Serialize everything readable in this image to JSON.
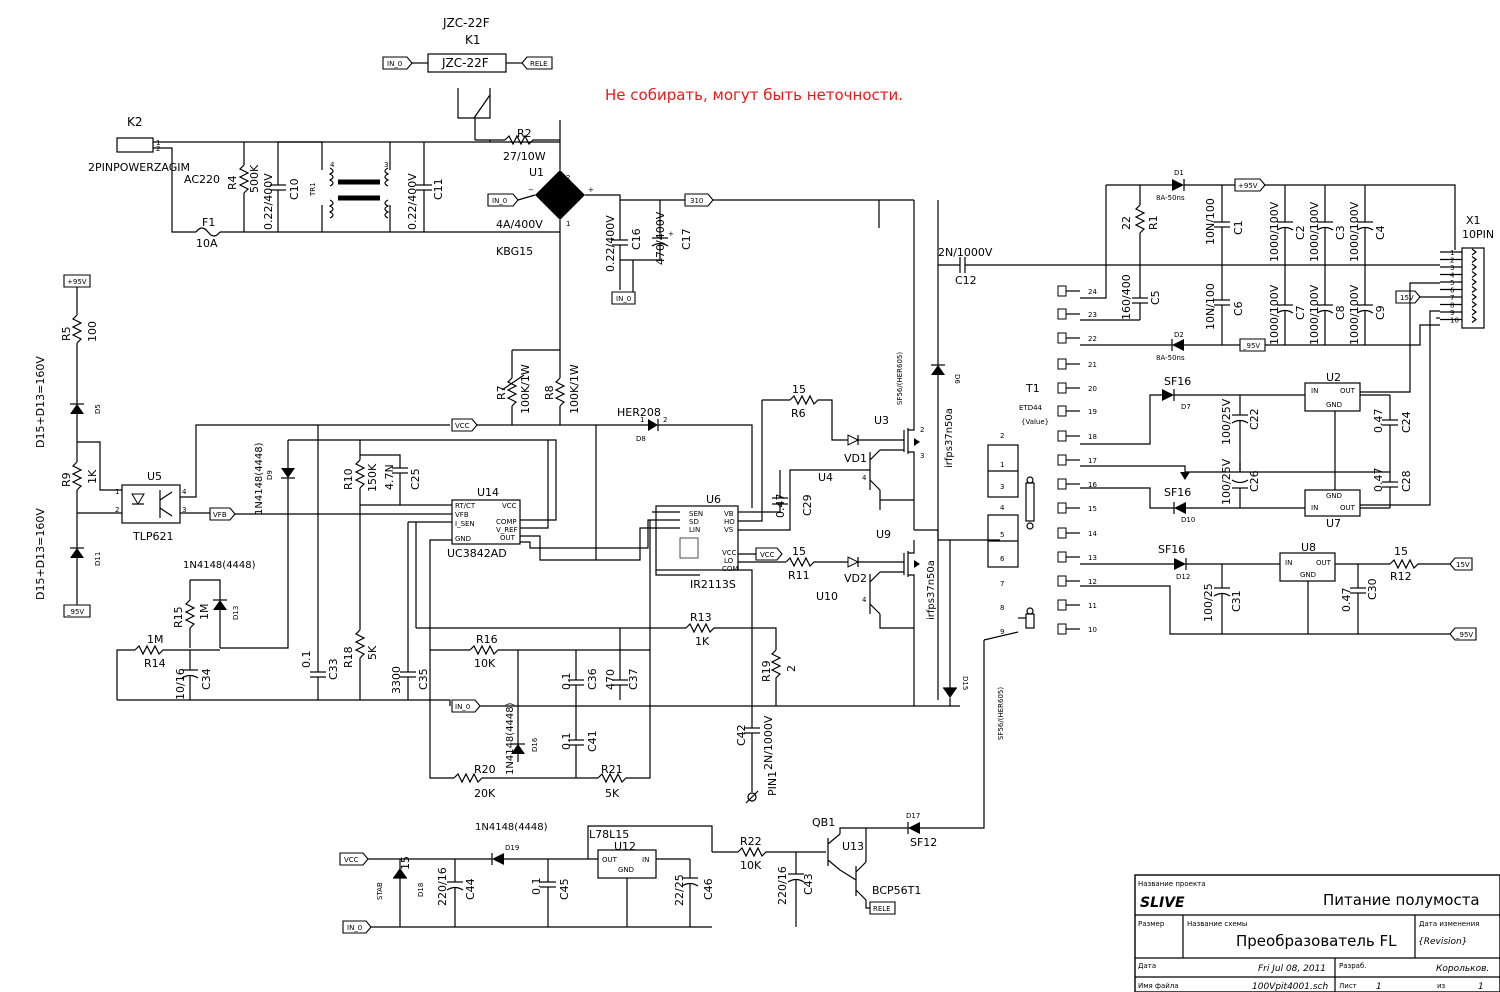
{
  "note": "Не собирать, могут быть неточности.",
  "relay": {
    "type_top": "JZC-22F",
    "ref": "K1",
    "box": "JZC-22F"
  },
  "ports": {
    "in0": "IN_0",
    "rele": "RELE",
    "v310": "310",
    "p95v": "+95V",
    "m95v": "_95V",
    "p15v": "15V",
    "vcc": "VCC",
    "vfb": "VFB"
  },
  "input": {
    "k2": "K2",
    "k2_part": "2PINPOWERZAGIM",
    "ac": "AC220",
    "r4": "R4",
    "r4v": "500K",
    "c10v": "0.22/400V",
    "c10": "C10",
    "tr1": "TR1",
    "f1": "F1",
    "f1v": "10A",
    "c11v": "0.22/400V",
    "c11": "C11",
    "r2": "R2",
    "r2v": "27/10W",
    "u1": "U1",
    "u1v": "4A/400V",
    "u1p": "KBG15",
    "c16v": "0.22/400V",
    "c16": "C16",
    "c17v": "470/400V",
    "c17": "C17",
    "c12v": "2N/1000V",
    "c12": "C12"
  },
  "left": {
    "r5": "R5",
    "r5v": "100",
    "d5": "D5",
    "d5note": "D15+D13=160V",
    "r9": "R9",
    "r9v": "1K",
    "d11": "D11",
    "d11note": "D15+D13=160V",
    "u5": "U5",
    "u5p": "TLP621",
    "d9": "D9",
    "d9p": "1N4148(4448)",
    "d13p": "1N4148(4448)",
    "r15": "R15",
    "r15v": "1M",
    "d13": "D13",
    "r14": "R14",
    "r14v": "1M",
    "c34v": "10/16",
    "c34": "C34",
    "c33v": "0.1",
    "c33": "C33",
    "r18": "R18",
    "r18v": "5K",
    "r10": "R10",
    "r10v": "150K",
    "c25v": "4.7N",
    "c25": "C25",
    "c35v": "3300",
    "c35": "C35"
  },
  "ctrl": {
    "u14": "U14",
    "u14p": "UC3842AD",
    "u14pins": [
      "RT/CT",
      "VFB",
      "I_SEN",
      "GND",
      "VCC",
      "COMP",
      "V_REF",
      "OUT"
    ],
    "r7": "R7",
    "r7v": "100K/1W",
    "r8": "R8",
    "r8v": "100K/1W",
    "d8": "D8",
    "d8p": "HER208",
    "r16": "R16",
    "r16v": "10K",
    "c36v": "470",
    "c36": "C36",
    "c37": "C37",
    "c36b": "0.1",
    "d16": "D16",
    "d16p": "1N4148(4448)",
    "c41v": "0.1",
    "c41": "C41",
    "r20": "R20",
    "r20v": "20K",
    "r21": "R21",
    "r21v": "5K",
    "u6": "U6",
    "u6p": "IR2113S",
    "u6pins": [
      "SEN",
      "SD",
      "LIN",
      "VB",
      "HO",
      "VS",
      "VCC",
      "LO",
      "COM"
    ],
    "c29v": "0.47",
    "c29": "C29",
    "r6": "R6",
    "r6v": "15",
    "r11": "R11",
    "r11v": "15",
    "r13": "R13",
    "r13v": "1K",
    "r19": "R19",
    "r19v": "2",
    "c42": "C42",
    "c42v": "2N/1000V",
    "pin1": "PIN1"
  },
  "power": {
    "u3": "U3",
    "u4": "U4",
    "vd1": "VD1",
    "u9": "U9",
    "u10": "U10",
    "vd2": "VD2",
    "q1": "irfps37n50a",
    "q2": "irfps37n50a",
    "d6": "D6",
    "d6p": "SF56/(HER605)",
    "d15": "D15",
    "d15p": "SF56/(HER605)",
    "t1": "T1",
    "t1p": "ETD44",
    "t1v": "{Value}"
  },
  "secondary": {
    "pins": [
      "24",
      "23",
      "22",
      "21",
      "20",
      "19",
      "18",
      "17",
      "16",
      "15",
      "14",
      "13",
      "12",
      "11",
      "10"
    ],
    "tpins": [
      "1",
      "2",
      "3",
      "4",
      "5",
      "6",
      "7",
      "8",
      "9"
    ],
    "d1": "D1",
    "d1v": "8A-50ns",
    "d2": "D2",
    "d2v": "8A-50ns",
    "r1": "R1",
    "r1v": "22",
    "c5v": "160/400",
    "c5": "C5",
    "c1v": "10N/100",
    "c1": "C1",
    "c6v": "10N/100",
    "c6": "C6",
    "c2v": "1000/100V",
    "c2": "C2",
    "c3v": "1000/100V",
    "c3": "C3",
    "c4v": "1000/100V",
    "c4": "C4",
    "c7v": "1000/100V",
    "c7": "C7",
    "c8v": "1000/100V",
    "c8": "C8",
    "c9v": "1000/100V",
    "c9": "C9",
    "x1": "X1",
    "x1p": "10PIN",
    "sf16a": "SF16",
    "d7": "D7",
    "sf16b": "SF16",
    "d10": "D10",
    "sf16c": "SF16",
    "d12": "D12",
    "u2": "U2",
    "u7": "U7",
    "u8": "U8",
    "c22v": "100/25V",
    "c22": "C22",
    "c24v": "0.47",
    "c24": "C24",
    "c26v": "100/25V",
    "c26": "C26",
    "c28v": "0.47",
    "c28": "C28",
    "c31v": "100/25",
    "c31": "C31",
    "c30v": "0.47",
    "c30": "C30",
    "r12": "R12",
    "r12v": "15"
  },
  "bottom": {
    "d19p": "1N4148(4448)",
    "d19": "D19",
    "u12p": "L78L15",
    "u12": "U12",
    "qb1": "QB1",
    "u13": "U13",
    "bcp": "BCP56T1",
    "d17": "D17",
    "sf12": "SF12",
    "r22": "R22",
    "r22v": "10K",
    "d18": "D18",
    "d18p": "STAB",
    "d18v": "15",
    "c44v": "220/16",
    "c44": "C44",
    "c45v": "0.1",
    "c45": "C45",
    "c46v": "22/25",
    "c46": "C46",
    "c43v": "220/16",
    "c43": "C43"
  },
  "title_block": {
    "project_lbl": "Название проекта",
    "logo": "SLIVE",
    "project": "Питание полумоста",
    "size_lbl": "Размер",
    "scheme_lbl": "Название схемы",
    "scheme": "Преобразователь FL",
    "chg_lbl": "Дата изменения",
    "rev": "{Revision}",
    "date_lbl": "Дата",
    "date": "Fri Jul 08, 2011",
    "dev_lbl": "Разраб.",
    "dev": "Корольков.",
    "file_lbl": "Имя файла",
    "file": "100Vpit4001.sch",
    "sheet_lbl": "Лист",
    "sheet": "1",
    "of_lbl": "из",
    "of": "1"
  }
}
